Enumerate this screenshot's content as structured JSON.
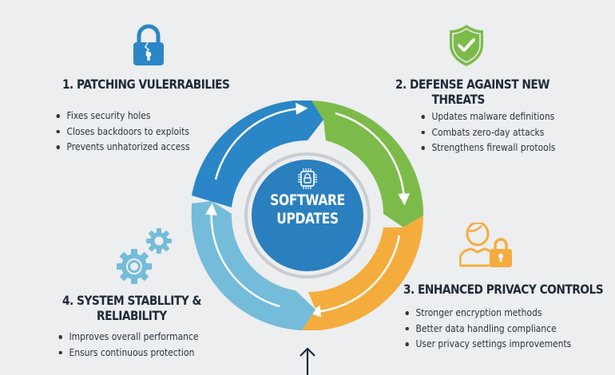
{
  "center": {
    "title_line1": "SOFTWARE",
    "title_line2": "UPDATES",
    "icon": "chip-lock-icon"
  },
  "sections": [
    {
      "number": 1,
      "title": "1. PATCHING VULERRABILIES",
      "icon": "broken-padlock-icon",
      "color": "#2a86c6",
      "bullets": [
        "Fixes security holes",
        "Closes backdoors to exploits",
        "Prevents unhatorized access"
      ]
    },
    {
      "number": 2,
      "title_line1": "2. DEFENSE AGAINST NEW",
      "title_line2": "THREATS",
      "icon": "shield-check-icon",
      "color": "#7cbb4a",
      "bullets": [
        "Updates malware definitions",
        "Combats zero-day attacks",
        "Strengthens firewall protools"
      ]
    },
    {
      "number": 3,
      "title": "3. ENHANCED PRIVACY CONTROLS",
      "icon": "user-lock-icon",
      "color": "#f4ad3d",
      "bullets": [
        "Stronger encryption methods",
        "Better data handling compliance",
        "User privacy settings improvements"
      ]
    },
    {
      "number": 4,
      "title_line1": "4. SYSTEM STABLLITY &",
      "title_line2": "RELIABILITY",
      "icon": "gears-icon",
      "color": "#74bcd9",
      "bullets": [
        "Improves overall performance",
        "Ensurs continuous protection"
      ]
    }
  ],
  "colors": {
    "background": "#eceef0",
    "blue": "#2a86c6",
    "green": "#7cbb4a",
    "orange": "#f4ad3d",
    "light_blue": "#74bcd9",
    "center_blue": "#2a7fbf",
    "ring_gray": "#c9cdd1",
    "text_dark": "#1f2a36"
  },
  "bottom_arrow": "up-arrow-icon"
}
